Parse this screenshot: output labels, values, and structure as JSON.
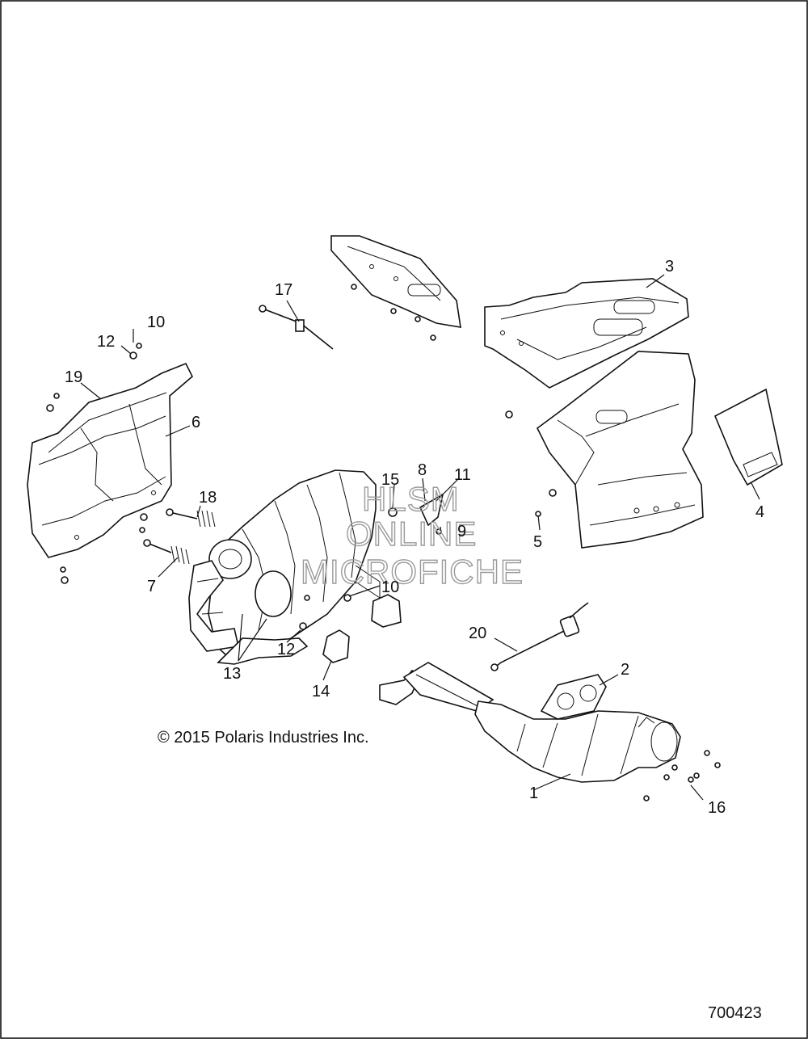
{
  "diagram": {
    "callouts": [
      "1",
      "2",
      "3",
      "4",
      "5",
      "6",
      "7",
      "8",
      "9",
      "10",
      "10",
      "11",
      "12",
      "12",
      "13",
      "14",
      "15",
      "16",
      "17",
      "18",
      "19",
      "20"
    ],
    "watermark_lines": [
      "HLSM",
      "ONLINE",
      "MICROFICHE"
    ],
    "copyright": "© 2015 Polaris Industries Inc.",
    "drawing_number": "700423"
  }
}
